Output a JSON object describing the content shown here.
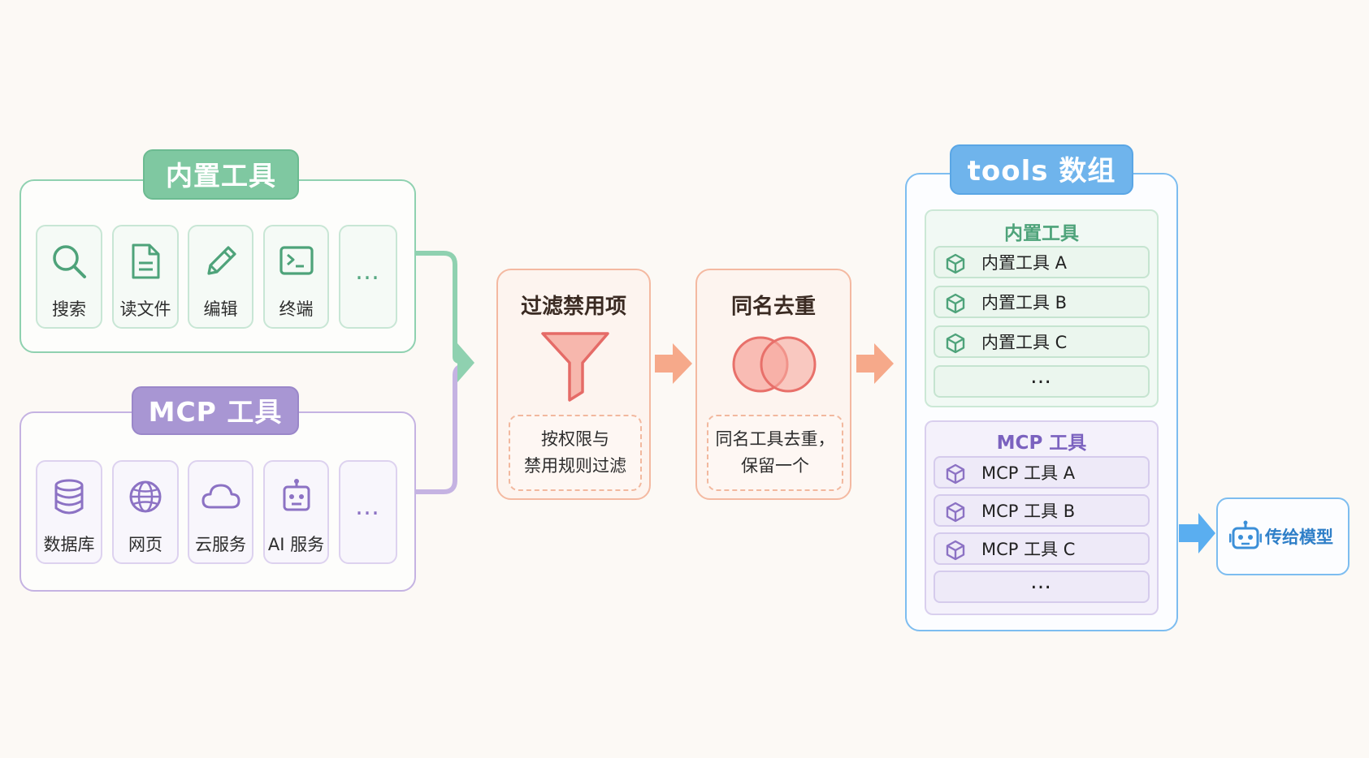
{
  "builtin_group": {
    "title": "内置工具",
    "tools": [
      {
        "label": "搜索",
        "icon": "search-icon"
      },
      {
        "label": "读文件",
        "icon": "file-icon"
      },
      {
        "label": "编辑",
        "icon": "pencil-icon"
      },
      {
        "label": "终端",
        "icon": "terminal-icon"
      },
      {
        "label": "…",
        "icon": "ellipsis"
      }
    ]
  },
  "mcp_group": {
    "title": "MCP 工具",
    "tools": [
      {
        "label": "数据库",
        "icon": "database-icon"
      },
      {
        "label": "网页",
        "icon": "globe-icon"
      },
      {
        "label": "云服务",
        "icon": "cloud-icon"
      },
      {
        "label": "AI 服务",
        "icon": "robot-icon"
      },
      {
        "label": "…",
        "icon": "ellipsis"
      }
    ]
  },
  "filter_step": {
    "title": "过滤禁用项",
    "icon": "funnel-icon",
    "note_line1": "按权限与",
    "note_line2": "禁用规则过滤"
  },
  "dedupe_step": {
    "title": "同名去重",
    "icon": "venn-icon",
    "note_line1": "同名工具去重，",
    "note_line2": "保留一个"
  },
  "tools_array": {
    "title": "tools 数组",
    "builtin_section": {
      "title": "内置工具",
      "items": [
        "内置工具 A",
        "内置工具 B",
        "内置工具 C"
      ],
      "more": "…"
    },
    "mcp_section": {
      "title": "MCP 工具",
      "items": [
        "MCP 工具 A",
        "MCP 工具 B",
        "MCP 工具 C"
      ],
      "more": "…"
    }
  },
  "model": {
    "label": "传给模型",
    "icon": "robot-icon"
  },
  "colors": {
    "builtin": "#7fc8a1",
    "mcp": "#a896d3",
    "process": "#f4b9a1",
    "tools": "#6fb4ec"
  }
}
